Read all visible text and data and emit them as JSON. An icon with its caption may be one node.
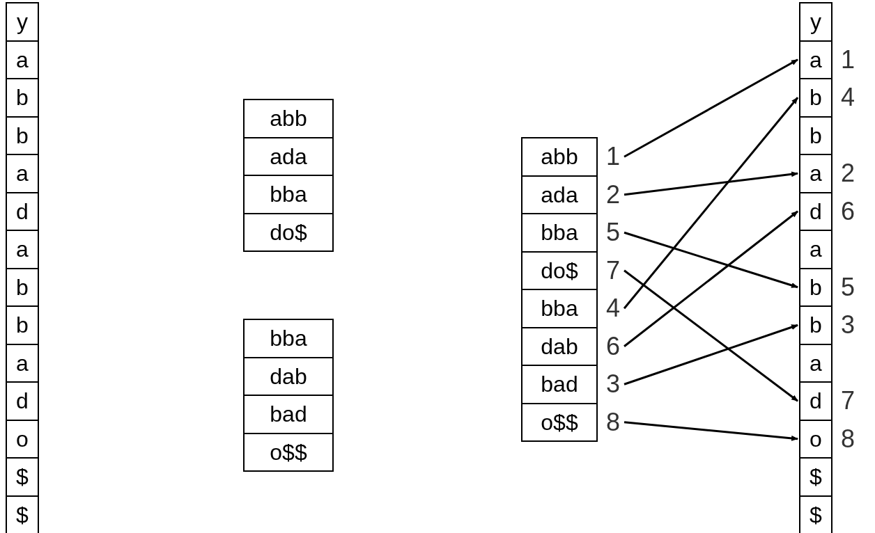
{
  "diagram": {
    "nodes": [
      {
        "text": [
          "y"
        ]
      },
      {
        "text": [
          "a"
        ]
      },
      {
        "text": [
          "b"
        ]
      },
      {
        "text": [
          "b"
        ]
      },
      {
        "text": [
          "a"
        ]
      },
      {
        "text": [
          "d"
        ]
      },
      {
        "text": [
          "a"
        ]
      },
      {
        "text": [
          "b"
        ]
      },
      {
        "text": [
          "b"
        ]
      },
      {
        "text": [
          "a"
        ]
      },
      {
        "text": [
          "d"
        ]
      },
      {
        "text": [
          "o"
        ]
      },
      {
        "text": [
          "$"
        ]
      },
      {
        "text": [
          "$"
        ]
      },
      {
        "text": [
          "abb"
        ]
      },
      {
        "text": [
          "ada"
        ]
      },
      {
        "text": [
          "bba"
        ]
      },
      {
        "text": [
          "do$"
        ]
      },
      {
        "text": [
          "bba"
        ]
      },
      {
        "text": [
          "dab"
        ]
      },
      {
        "text": [
          "bad"
        ]
      },
      {
        "text": [
          "o$$"
        ]
      },
      {
        "text": [
          "abb"
        ],
        "beside": [
          "1"
        ]
      },
      {
        "text": [
          "ada"
        ],
        "beside": [
          "2"
        ]
      },
      {
        "text": [
          "bba"
        ],
        "beside": [
          "5"
        ]
      },
      {
        "text": [
          "do$"
        ],
        "beside": [
          "7"
        ]
      },
      {
        "text": [
          "bba"
        ],
        "beside": [
          "4"
        ]
      },
      {
        "text": [
          "dab"
        ],
        "beside": [
          "6"
        ]
      },
      {
        "text": [
          "bad"
        ],
        "beside": [
          "3"
        ]
      },
      {
        "text": [
          "o$$"
        ],
        "beside": [
          "8"
        ]
      },
      {
        "text": [
          "y"
        ]
      },
      {
        "text": [
          "a"
        ],
        "beside": [
          "1"
        ]
      },
      {
        "text": [
          "b"
        ],
        "beside": [
          "4"
        ]
      },
      {
        "text": [
          "b"
        ]
      },
      {
        "text": [
          "a"
        ],
        "beside": [
          "2"
        ]
      },
      {
        "text": [
          "d"
        ],
        "beside": [
          "6"
        ]
      },
      {
        "text": [
          "a"
        ]
      },
      {
        "text": [
          "b"
        ],
        "beside": [
          "5"
        ]
      },
      {
        "text": [
          "b"
        ],
        "beside": [
          "3"
        ]
      },
      {
        "text": [
          "a"
        ]
      },
      {
        "text": [
          "d"
        ],
        "beside": [
          "7"
        ]
      },
      {
        "text": [
          "o"
        ],
        "beside": [
          "8"
        ]
      },
      {
        "text": [
          "$"
        ]
      },
      {
        "text": [
          "$"
        ]
      }
    ],
    "edges": [
      {
        "from": 22,
        "to": 31,
        "arrow": "to"
      },
      {
        "from": 23,
        "to": 34,
        "arrow": "to"
      },
      {
        "from": 24,
        "to": 37,
        "arrow": "to"
      },
      {
        "from": 25,
        "to": 40,
        "arrow": "to"
      },
      {
        "from": 26,
        "to": 32,
        "arrow": "to"
      },
      {
        "from": 27,
        "to": 35,
        "arrow": "to"
      },
      {
        "from": 28,
        "to": 38,
        "arrow": "to"
      },
      {
        "from": 29,
        "to": 41,
        "arrow": "to"
      }
    ]
  }
}
